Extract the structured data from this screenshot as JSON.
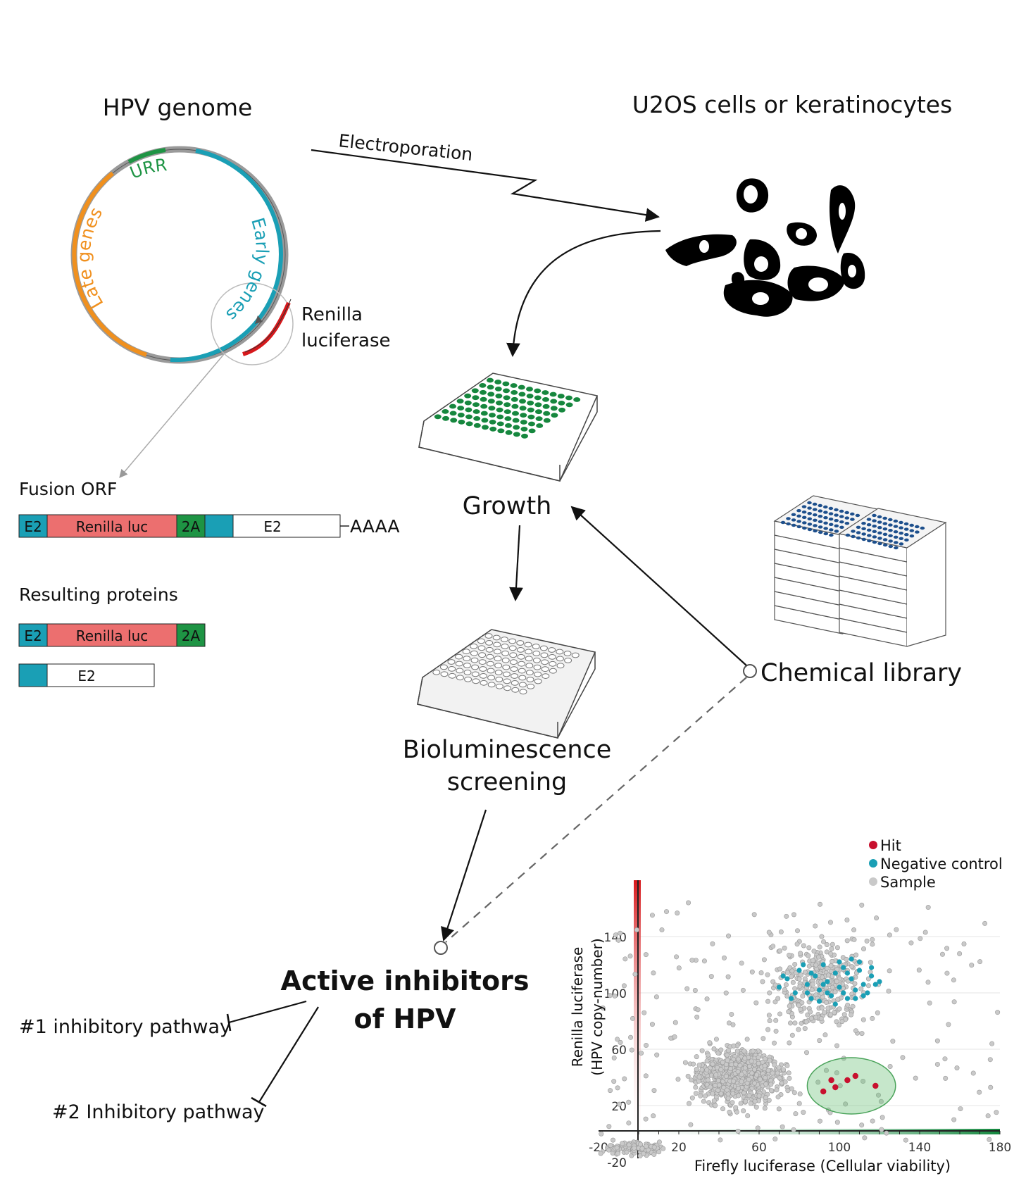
{
  "genome": {
    "title": "HPV genome",
    "urr": "URR",
    "early_genes": "Early genes",
    "late_genes": "Late genes",
    "renilla_line1": "Renilla",
    "renilla_line2": "luciferase"
  },
  "cells": {
    "title": "U2OS cells or keratinocytes",
    "electroporation": "Electroporation"
  },
  "fusion_orf": {
    "title": "Fusion ORF",
    "seg_e2a": "E2",
    "seg_renilla": "Renilla luc",
    "seg_2a": "2A",
    "seg_e2b": "E2",
    "polya": "AAAA"
  },
  "resulting_proteins": {
    "title": "Resulting proteins",
    "p1_e2": "E2",
    "p1_renilla": "Renilla luc",
    "p1_2a": "2A",
    "p2_e2": "E2"
  },
  "steps": {
    "growth": "Growth",
    "biolum_line1": "Bioluminescence",
    "biolum_line2": "screening",
    "chemical_library": "Chemical library",
    "active_line1": "Active inhibitors",
    "active_line2": "of HPV",
    "pathway1": "#1 inhibitory pathway",
    "pathway2": "#2 Inhibitory pathway"
  },
  "colors": {
    "early": "#1a9fb5",
    "late": "#f0901e",
    "urr": "#1e9444",
    "renilla": "#d7191c",
    "renilla_seg": "#ec6f6f",
    "twoA": "#1e9444",
    "e2": "#1a9fb5",
    "well_green": "#16873e",
    "well_blue": "#1d4f8c",
    "hit": "#c8102e",
    "neg": "#1a9fb5",
    "sample": "#c9c9c9"
  },
  "chart_data": {
    "type": "scatter",
    "xlabel": "Firefly luciferase (Cellular viability)",
    "ylabel_line1": "Renilla luciferase",
    "ylabel_line2": "(HPV copy-number)",
    "x_ticks": [
      "-20",
      "20",
      "60",
      "100",
      "140",
      "180"
    ],
    "x_tick_values": [
      -20,
      20,
      60,
      100,
      140,
      180
    ],
    "y_ticks": [
      "-20",
      "20",
      "60",
      "100",
      "140"
    ],
    "y_tick_values": [
      -20,
      20,
      60,
      100,
      140
    ],
    "xlim": [
      -20,
      180
    ],
    "ylim": [
      -20,
      180
    ],
    "legend": [
      "Hit",
      "Negative control",
      "Sample"
    ],
    "legend_position": "top-right",
    "grid": true,
    "series": [
      {
        "name": "Hit",
        "points": [
          [
            92,
            30
          ],
          [
            98,
            33
          ],
          [
            104,
            38
          ],
          [
            108,
            41
          ],
          [
            118,
            34
          ],
          [
            96,
            38
          ]
        ]
      },
      {
        "name": "Negative control",
        "points": [
          [
            70,
            104
          ],
          [
            74,
            110
          ],
          [
            78,
            100
          ],
          [
            80,
            116
          ],
          [
            84,
            106
          ],
          [
            86,
            96
          ],
          [
            88,
            112
          ],
          [
            90,
            102
          ],
          [
            92,
            120
          ],
          [
            94,
            108
          ],
          [
            96,
            98
          ],
          [
            98,
            114
          ],
          [
            100,
            104
          ],
          [
            102,
            118
          ],
          [
            104,
            96
          ],
          [
            106,
            110
          ],
          [
            108,
            102
          ],
          [
            110,
            116
          ],
          [
            112,
            106
          ],
          [
            114,
            100
          ],
          [
            116,
            112
          ],
          [
            118,
            106
          ],
          [
            76,
            96
          ],
          [
            82,
            120
          ],
          [
            90,
            94
          ],
          [
            100,
            122
          ],
          [
            108,
            96
          ],
          [
            120,
            108
          ],
          [
            72,
            112
          ],
          [
            94,
            100
          ],
          [
            104,
            114
          ],
          [
            112,
            98
          ],
          [
            86,
            114
          ],
          [
            98,
            92
          ],
          [
            110,
            122
          ],
          [
            102,
            100
          ],
          [
            84,
            100
          ],
          [
            92,
            106
          ],
          [
            106,
            124
          ],
          [
            116,
            118
          ]
        ]
      },
      {
        "name": "Sample",
        "summary": "approximately 1500 grey points; dense cluster near (50, 40), spread from x -20 to 180 and y -20 to 180",
        "points": []
      }
    ],
    "hit_region": {
      "cx": 106,
      "cy": 34,
      "rx": 22,
      "ry": 20
    }
  }
}
